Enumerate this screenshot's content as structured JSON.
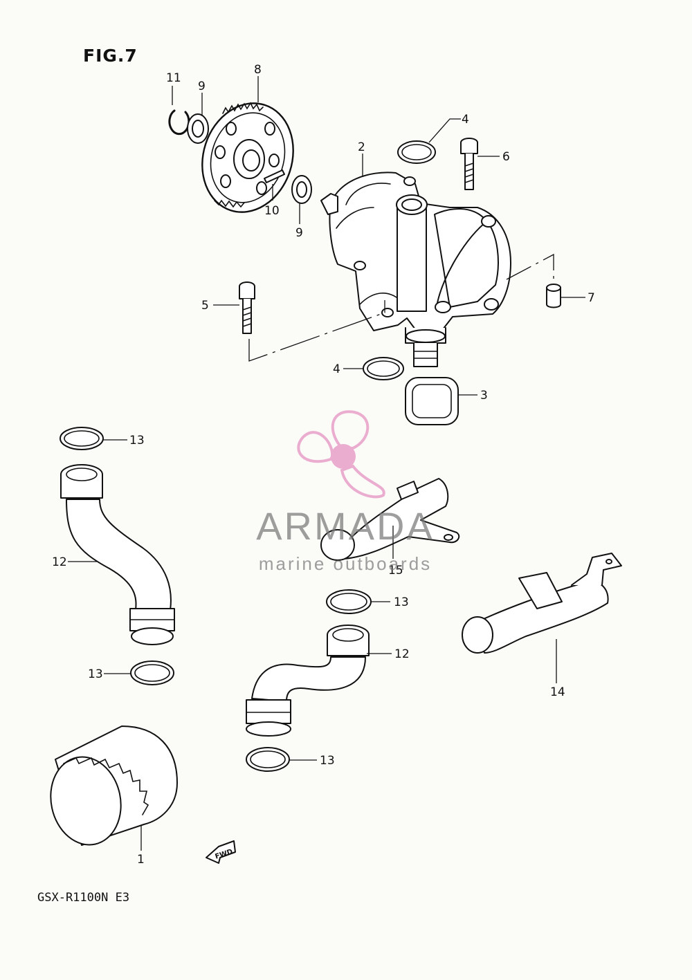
{
  "figure": {
    "title": "FIG.7",
    "model_code": "GSX-R1100N E3"
  },
  "watermark": {
    "brand": "ARMADA",
    "tagline": "marine outboards",
    "icon": "propeller-logo",
    "color": "#e8a0c8"
  },
  "fwd_marker": {
    "label": "FWD",
    "icon": "fwd-arrow-icon"
  },
  "callouts": [
    "11",
    "9",
    "8",
    "4",
    "6",
    "2",
    "10",
    "9",
    "5",
    "7",
    "4",
    "3",
    "13",
    "12",
    "15",
    "13",
    "12",
    "14",
    "13",
    "13",
    "1"
  ]
}
